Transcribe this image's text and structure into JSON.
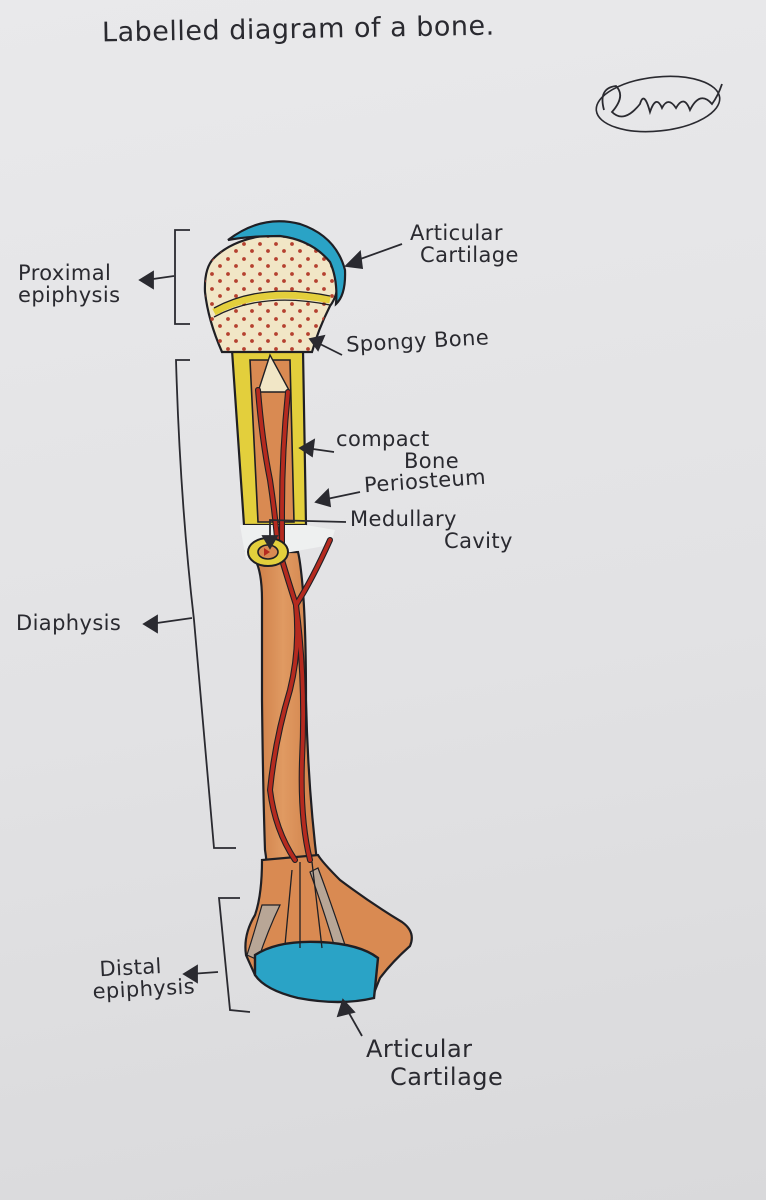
{
  "title": "Labelled diagram of a bone.",
  "signature": "SLindsay",
  "labels": {
    "proximal_epiphysis": [
      "Proximal",
      "epiphysis"
    ],
    "articular_cartilage_top": [
      "Articular",
      "Cartilage"
    ],
    "spongy_bone": "Spongy Bone",
    "compact_bone": [
      "compact",
      "Bone"
    ],
    "periosteum": "Periosteum",
    "medullary_cavity": [
      "Medullary",
      "Cavity"
    ],
    "diaphysis": "Diaphysis",
    "distal_epiphysis": [
      "Distal",
      "epiphysis"
    ],
    "articular_cartilage_bottom": [
      "Articular",
      "Cartilage"
    ]
  },
  "colors": {
    "ink": "#2a2a30",
    "bone_orange": "#d98a52",
    "vessel_red": "#b52a1f",
    "compact_yellow": "#e3cf3c",
    "cartilage_blue": "#2aa3c6",
    "spongy_cream": "#f1e6c6"
  }
}
